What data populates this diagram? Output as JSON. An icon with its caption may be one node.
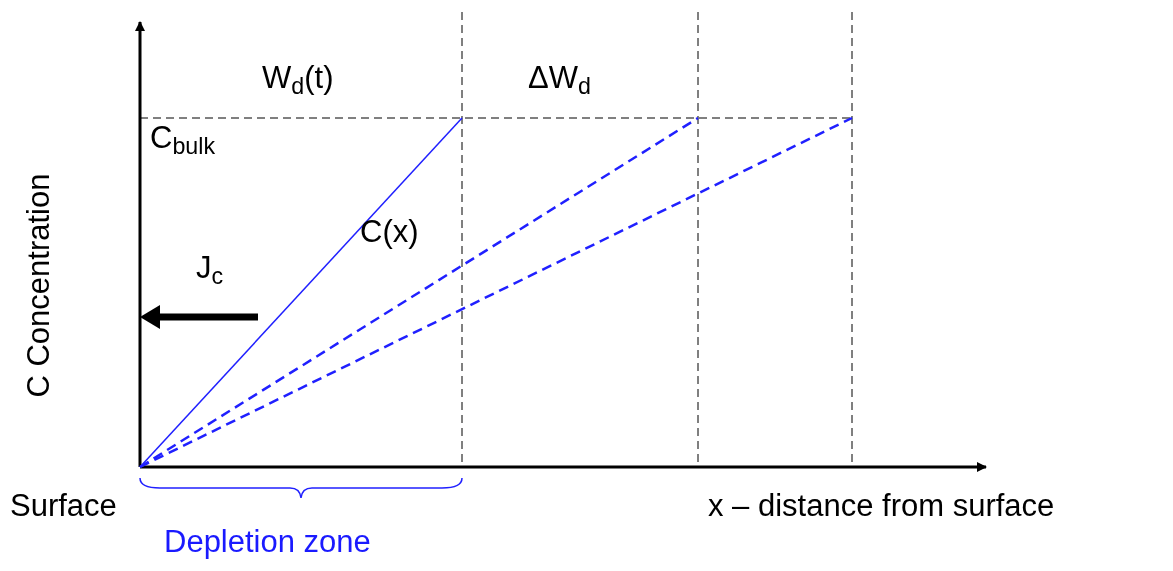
{
  "diagram": {
    "labels": [
      "W$_{d}$(t)",
      "ΔW$_{d}$",
      "C$_{bulk}$",
      "C(x)",
      "J$_{c}$",
      "C Concentration",
      "Surface",
      "x – distance from surface",
      "Depletion zone"
    ]
  }
}
